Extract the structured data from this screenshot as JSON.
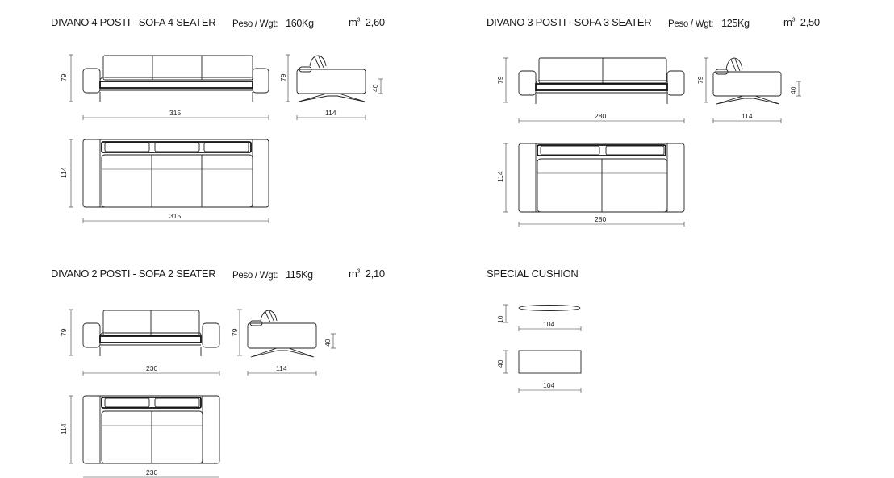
{
  "sofas": [
    {
      "title": "DIVANO 4 POSTI - SOFA 4 SEATER",
      "weight_label": "Peso / Wgt:",
      "weight": "160Kg",
      "volume_unit": "m",
      "volume_exp": "3",
      "volume": "2,60",
      "dims": {
        "front_height": "79",
        "front_width": "315",
        "side_height": "79",
        "side_seat": "40",
        "side_depth": "114",
        "top_depth": "114",
        "top_width": "315"
      }
    },
    {
      "title": "DIVANO 3 POSTI - SOFA 3 SEATER",
      "weight_label": "Peso / Wgt:",
      "weight": "125Kg",
      "volume_unit": "m",
      "volume_exp": "3",
      "volume": "2,50",
      "dims": {
        "front_height": "79",
        "front_width": "280",
        "side_height": "79",
        "side_seat": "40",
        "side_depth": "114",
        "top_depth": "114",
        "top_width": "280"
      }
    },
    {
      "title": "DIVANO 2 POSTI - SOFA 2 SEATER",
      "weight_label": "Peso / Wgt:",
      "weight": "115Kg",
      "volume_unit": "m",
      "volume_exp": "3",
      "volume": "2,10",
      "dims": {
        "front_height": "79",
        "front_width": "230",
        "side_height": "79",
        "side_seat": "40",
        "side_depth": "114",
        "top_depth": "114",
        "top_width": "230"
      }
    }
  ],
  "cushion": {
    "title": "SPECIAL CUSHION",
    "dims": {
      "thin_height": "10",
      "thin_width": "104",
      "box_height": "40",
      "box_width": "104"
    }
  }
}
